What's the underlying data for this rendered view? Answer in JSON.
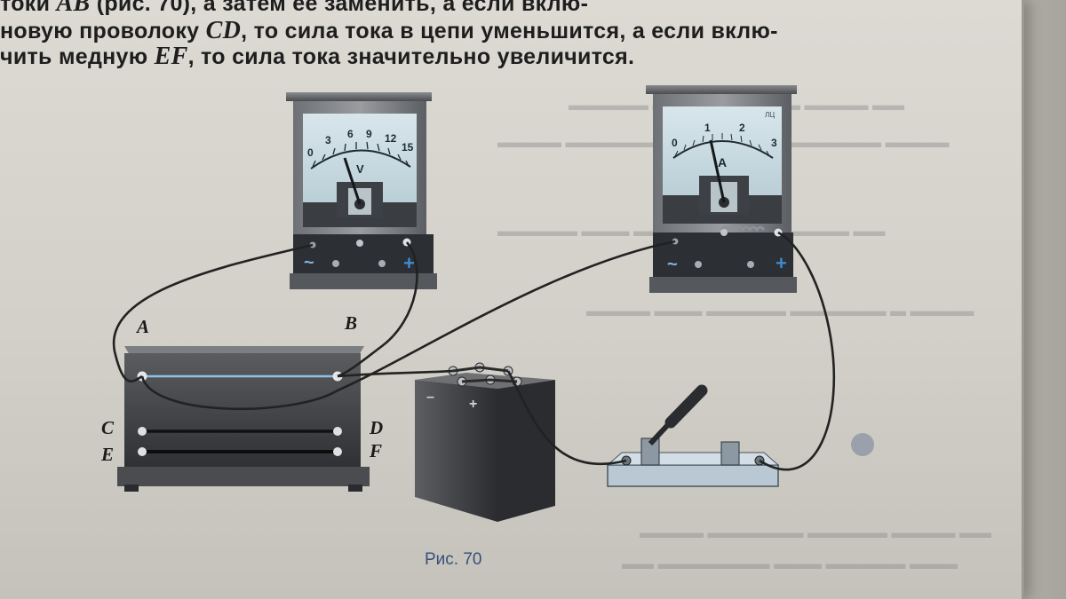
{
  "text": {
    "line1_prefix": "токи ",
    "line1_ab": "AB",
    "line1_rest": " (рис. 70), а затем её заменить, а если вклю-",
    "line2_prefix": "новую проволоку ",
    "line2_cd": "CD",
    "line2_rest": ", то сила тока в цепи уменьшится, а если вклю-",
    "line3_prefix": "чить медную ",
    "line3_ef": "EF",
    "line3_rest": ", то сила тока значительно увеличится."
  },
  "figure": {
    "caption": "Рис. 70",
    "labels": {
      "a": "A",
      "b": "B",
      "c": "C",
      "d": "D",
      "e": "E",
      "f": "F"
    },
    "voltmeter": {
      "unit": "V",
      "scale": [
        "0",
        "3",
        "6",
        "9",
        "12",
        "15"
      ],
      "terminal_minus": "~",
      "terminal_plus": "+",
      "reading": 3
    },
    "ammeter": {
      "unit": "A",
      "scale": [
        "0",
        "1",
        "2",
        "3"
      ],
      "terminal_minus": "~",
      "terminal_plus": "+",
      "corner_mark": "ЛЦ",
      "reading": 1
    },
    "battery": {
      "minus": "–",
      "plus": "+"
    }
  },
  "colors": {
    "page": "#d5d3cb",
    "text": "#1e1e1e",
    "caption": "#38507a",
    "meter_face": "#c9dbe2",
    "terminal_panel": "#2c2f33",
    "plus_sign": "#3d8bd0"
  }
}
